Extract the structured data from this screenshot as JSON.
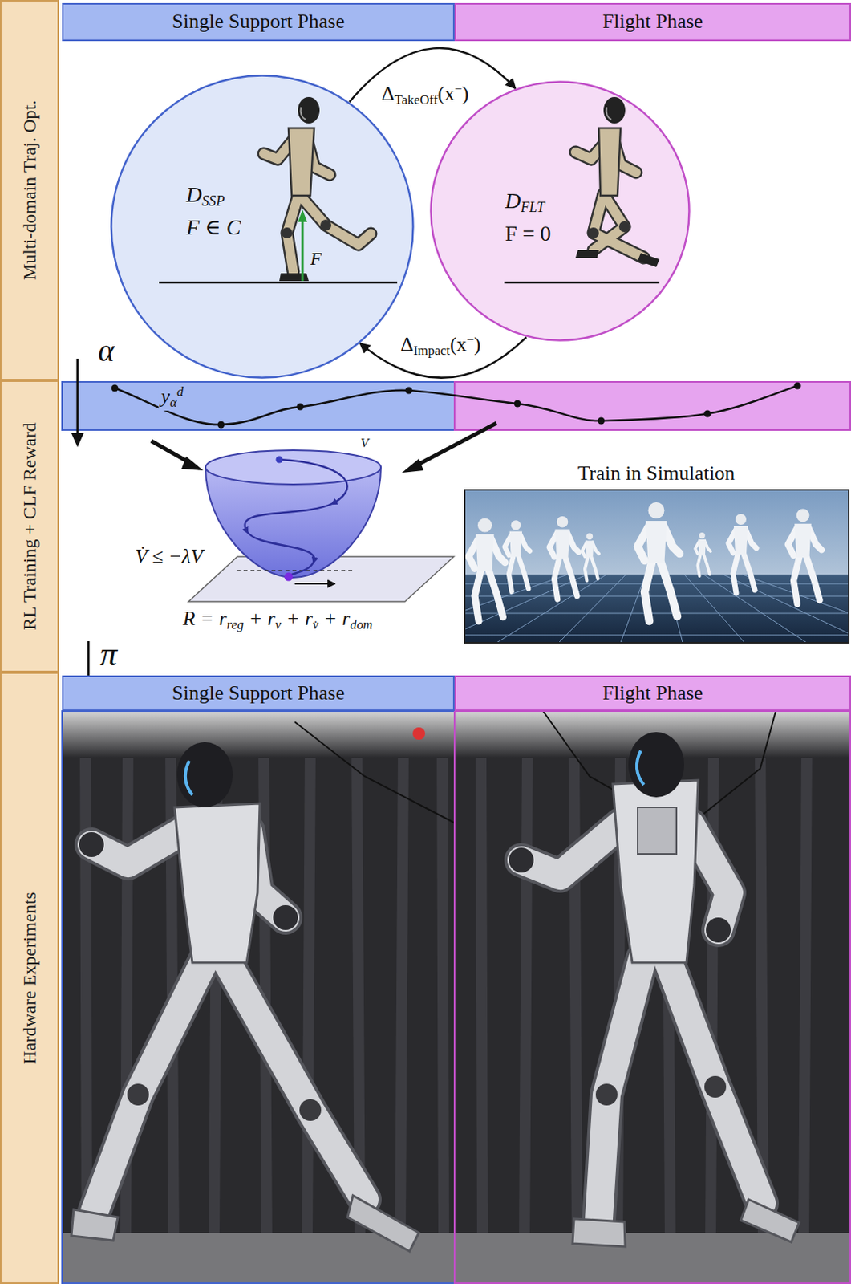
{
  "diagram": {
    "nodes": [
      {
        "text": [
          "Multi-domain Traj. Opt."
        ]
      },
      {
        "text": [
          "RL Training + CLF Reward"
        ]
      },
      {
        "text": [
          "Hardware Experiments"
        ]
      },
      {
        "text": [
          "Single Support Phase"
        ]
      },
      {
        "text": [
          "Flight Phase"
        ]
      },
      {
        "text": [
          "DSSP",
          "F ∈ C",
          "F"
        ]
      },
      {
        "text": [
          "DFLT",
          "F = 0"
        ]
      },
      {
        "text": [
          "Single Support Phase"
        ]
      },
      {
        "text": [
          "Flight Phase"
        ]
      }
    ],
    "edges": [
      {
        "from": 5,
        "to": 6,
        "label": "ΔTakeOff(x−)",
        "arrow": "to"
      },
      {
        "from": 6,
        "to": 5,
        "label": "ΔImpact(x−)",
        "arrow": "to"
      }
    ],
    "labels": [
      "α",
      "yαd",
      "V",
      "V̇ ≤ −λV",
      "R = rreg + rv + rv̇ + rdom",
      "Train in Simulation",
      "π"
    ]
  }
}
